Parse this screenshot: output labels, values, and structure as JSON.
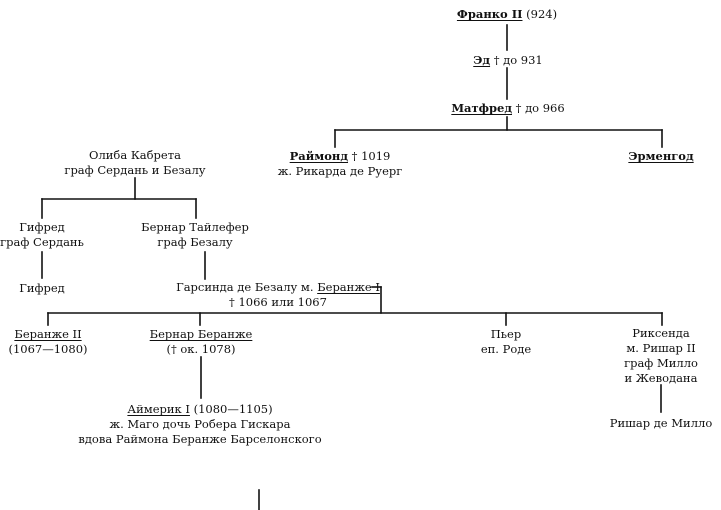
{
  "nodes": {
    "franko": {
      "name": "Франко II",
      "detail": " (924)"
    },
    "ed": {
      "name": "Эд",
      "detail": " † до 931"
    },
    "matfred": {
      "name": "Матфред",
      "detail": " † до 966"
    },
    "raymond": {
      "name": "Раймонд",
      "detail": " † 1019",
      "spouse": "ж. Рикарда де Руерг"
    },
    "ermengod": {
      "name": "Эрменгод"
    },
    "oliba": {
      "line1": "Олиба Кабрета",
      "line2": "граф Сердань и Безалу"
    },
    "gifred1": {
      "line1": "Гифред",
      "line2": "граф Сердань"
    },
    "bernar_t": {
      "line1": "Бернар Тайлефер",
      "line2": "граф Безалу"
    },
    "gifred2": {
      "line1": "Гифред"
    },
    "garsinda": {
      "prefix": "Гарсинда де Безалу м. ",
      "husband": "Беранже I",
      "death": "† 1066 или 1067"
    },
    "beranje2": {
      "name": "Беранже II",
      "detail": "(1067—1080)"
    },
    "bernar_b": {
      "name": "Бернар Беранже",
      "detail": "(† ок. 1078)"
    },
    "pier": {
      "line1": "Пьер",
      "line2": "еп. Роде"
    },
    "riksenda": {
      "line1": "Риксенда",
      "line2": "м. Ришар II",
      "line3": "граф Милло",
      "line4": "и Жеводана"
    },
    "aymerik": {
      "name": "Аймерик I",
      "detail": " (1080—1105)",
      "spouse": "ж. Маго дочь Робера Гискара",
      "widow": "вдова Раймона Беранже Барселонского"
    },
    "rishar": {
      "line1": "Ришар де Милло"
    }
  },
  "colors": {
    "ink": "#111111",
    "background": "#ffffff"
  }
}
